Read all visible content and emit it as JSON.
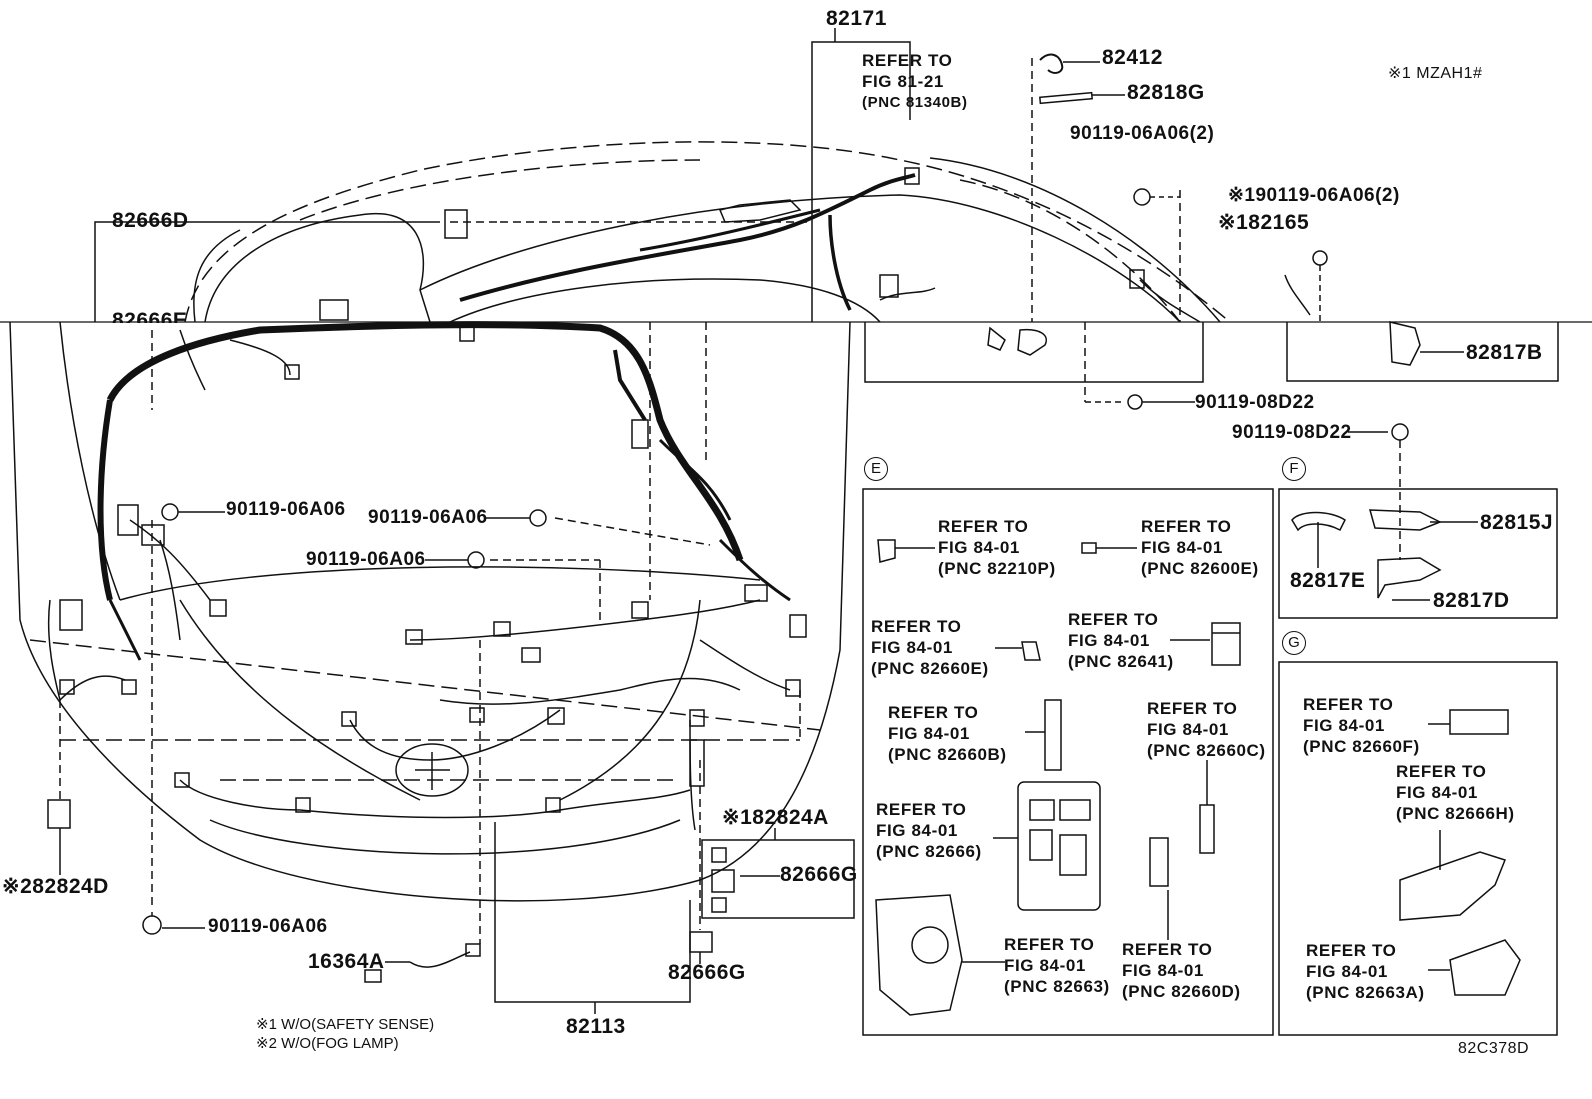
{
  "labels": {
    "p82171": "82171",
    "p82412": "82412",
    "p82818G": "82818G",
    "p90119_06A06_2": "90119-06A06(2)",
    "p190119_06A06_2": "※190119-06A06(2)",
    "p82165": "※182165",
    "p82666D": "82666D",
    "p82666E": "82666E",
    "p82817B": "82817B",
    "p90119_08D22_a": "90119-08D22",
    "p90119_08D22_b": "90119-08D22",
    "p90119_06A06_a": "90119-06A06",
    "p90119_06A06_b": "90119-06A06",
    "p90119_06A06_c": "90119-06A06",
    "p90119_06A06_d": "90119-06A06",
    "p82815J": "82815J",
    "p82817E": "82817E",
    "p82817D": "82817D",
    "p82824A": "※182824A",
    "p82666G_a": "82666G",
    "p82666G_b": "82666G",
    "p82824D": "※282824D",
    "p16364A": "16364A",
    "p82113": "82113",
    "code": "82C378D",
    "variant": "※1 MZAH1#"
  },
  "refer": {
    "top": [
      "REFER TO",
      "FIG 81-21",
      "(PNC 81340B)"
    ],
    "r82210P": [
      "REFER TO",
      "FIG 84-01",
      "(PNC 82210P)"
    ],
    "r82600E": [
      "REFER TO",
      "FIG 84-01",
      "(PNC 82600E)"
    ],
    "r82660E": [
      "REFER TO",
      "FIG 84-01",
      "(PNC 82660E)"
    ],
    "r82641": [
      "REFER TO",
      "FIG 84-01",
      "(PNC 82641)"
    ],
    "r82660B": [
      "REFER TO",
      "FIG 84-01",
      "(PNC 82660B)"
    ],
    "r82660C": [
      "REFER TO",
      "FIG 84-01",
      "(PNC 82660C)"
    ],
    "r82666": [
      "REFER TO",
      "FIG 84-01",
      "(PNC 82666)"
    ],
    "r82663": [
      "REFER TO",
      "FIG 84-01",
      "(PNC 82663)"
    ],
    "r82660D": [
      "REFER TO",
      "FIG 84-01",
      "(PNC 82660D)"
    ],
    "r82660F": [
      "REFER TO",
      "FIG 84-01",
      "(PNC 82660F)"
    ],
    "r82666H": [
      "REFER TO",
      "FIG 84-01",
      "(PNC 82666H)"
    ],
    "r82663A": [
      "REFER TO",
      "FIG 84-01",
      "(PNC 82663A)"
    ]
  },
  "sections": {
    "E": "E",
    "F": "F",
    "G": "G"
  },
  "footnotes": [
    "※1 W/O(SAFETY SENSE)",
    "※2 W/O(FOG LAMP)"
  ]
}
